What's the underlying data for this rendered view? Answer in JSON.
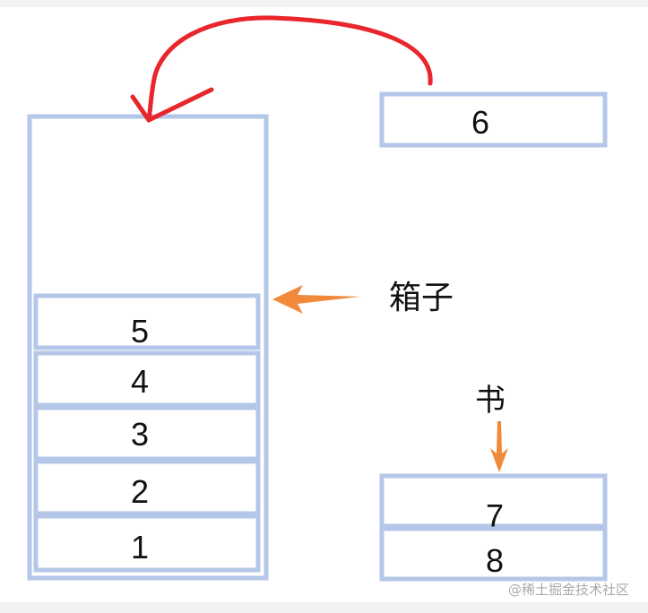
{
  "diagram": {
    "stack_items": [
      "5",
      "4",
      "3",
      "2",
      "1"
    ],
    "waiting_item": "6",
    "side_stack_items": [
      "7",
      "8"
    ],
    "box_label": "箱子",
    "book_label": "书",
    "watermark": "@稀土掘金技术社区",
    "colors": {
      "box_stroke": "#b5c7e8",
      "orange_arrow": "#f0893a",
      "red_arrow": "#e8262b",
      "panel_bg": "#ffffff",
      "page_bg": "#f2f2f2"
    }
  }
}
